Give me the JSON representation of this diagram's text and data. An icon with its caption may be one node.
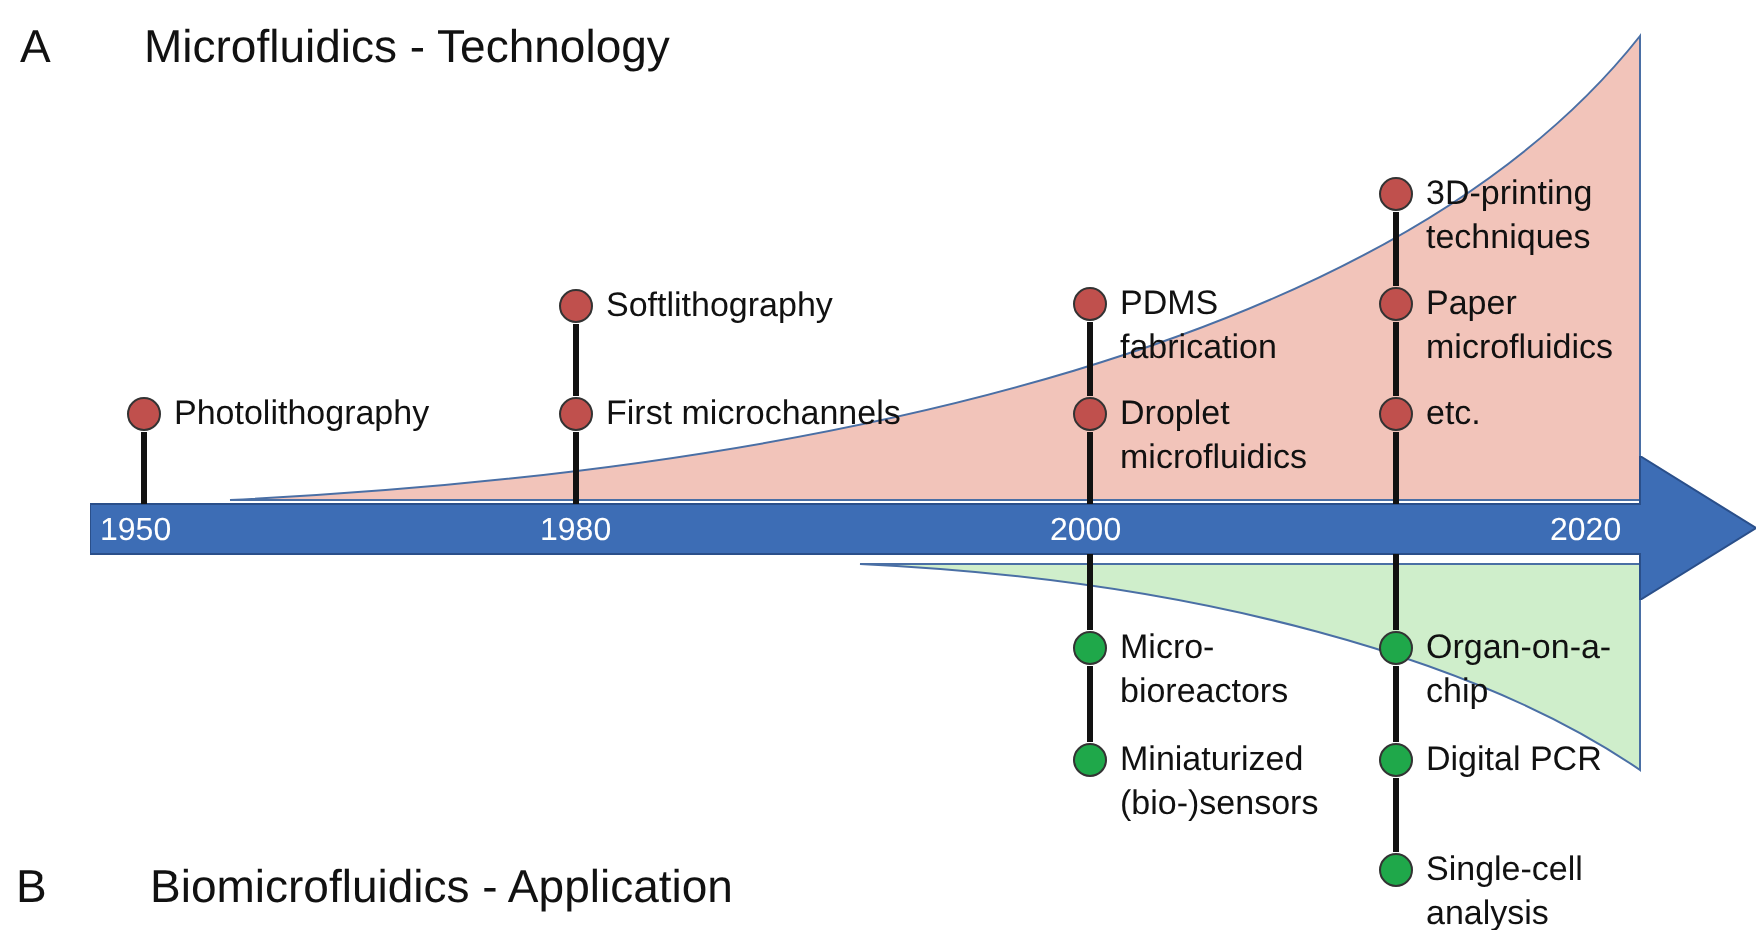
{
  "diagram": {
    "nodes": [
      {
        "text": [
          "1950",
          "1980",
          "2000",
          "2020"
        ]
      },
      {
        "text": [
          "Photolithography"
        ]
      },
      {
        "text": [
          "Softlithography"
        ]
      },
      {
        "text": [
          "First microchannels"
        ]
      },
      {
        "text": [
          "PDMS fabrication"
        ]
      },
      {
        "text": [
          "Droplet microfluidics"
        ]
      },
      {
        "text": [
          "3D-printing techniques"
        ]
      },
      {
        "text": [
          "Paper microfluidics"
        ]
      },
      {
        "text": [
          "etc."
        ]
      },
      {
        "text": [
          "Micro-bioreactors"
        ]
      },
      {
        "text": [
          "Miniaturized (bio-)sensors"
        ]
      },
      {
        "text": [
          "Organ-on-a-chip"
        ]
      },
      {
        "text": [
          "Digital PCR"
        ]
      },
      {
        "text": [
          "Single-cell analysis"
        ]
      }
    ],
    "edges": [
      {
        "from": 1,
        "to": 0,
        "arrow": "none"
      },
      {
        "from": 2,
        "to": 3,
        "arrow": "none"
      },
      {
        "from": 3,
        "to": 0,
        "arrow": "none"
      },
      {
        "from": 4,
        "to": 5,
        "arrow": "none"
      },
      {
        "from": 5,
        "to": 0,
        "arrow": "none"
      },
      {
        "from": 6,
        "to": 7,
        "arrow": "none"
      },
      {
        "from": 7,
        "to": 8,
        "arrow": "none"
      },
      {
        "from": 8,
        "to": 0,
        "arrow": "none"
      },
      {
        "from": 0,
        "to": 9,
        "arrow": "none"
      },
      {
        "from": 9,
        "to": 10,
        "arrow": "none"
      },
      {
        "from": 0,
        "to": 11,
        "arrow": "none"
      },
      {
        "from": 11,
        "to": 12,
        "arrow": "none"
      },
      {
        "from": 12,
        "to": 13,
        "arrow": "none"
      }
    ],
    "labels": [
      "A",
      "Microfluidics - Technology",
      "B",
      "Biomicrofluidics - Application"
    ]
  }
}
